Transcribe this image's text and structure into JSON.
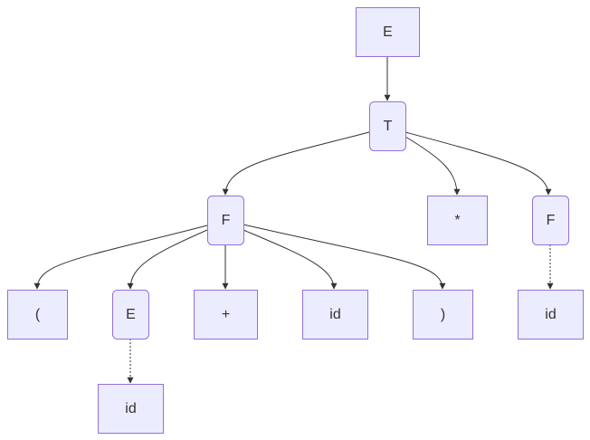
{
  "diagram": {
    "colors": {
      "node_fill": "#ECECFF",
      "node_stroke": "#9370DB",
      "edge": "#333333",
      "text": "#333333"
    },
    "nodes": [
      {
        "id": "n1",
        "label": "E",
        "shape": "square"
      },
      {
        "id": "n2",
        "label": "T",
        "shape": "rounded"
      },
      {
        "id": "n3",
        "label": "F",
        "shape": "rounded"
      },
      {
        "id": "n4",
        "label": "*",
        "shape": "square"
      },
      {
        "id": "n5",
        "label": "F",
        "shape": "rounded"
      },
      {
        "id": "n6",
        "label": "(",
        "shape": "square"
      },
      {
        "id": "n7",
        "label": "E",
        "shape": "rounded"
      },
      {
        "id": "n8",
        "label": "+",
        "shape": "square"
      },
      {
        "id": "n9",
        "label": "id",
        "shape": "square"
      },
      {
        "id": "n10",
        "label": ")",
        "shape": "square"
      },
      {
        "id": "n11",
        "label": "id",
        "shape": "square"
      },
      {
        "id": "n12",
        "label": "id",
        "shape": "square"
      }
    ],
    "edges": [
      {
        "from": "n1",
        "to": "n2",
        "style": "solid"
      },
      {
        "from": "n2",
        "to": "n3",
        "style": "solid"
      },
      {
        "from": "n2",
        "to": "n4",
        "style": "solid"
      },
      {
        "from": "n2",
        "to": "n5",
        "style": "solid"
      },
      {
        "from": "n3",
        "to": "n6",
        "style": "solid"
      },
      {
        "from": "n3",
        "to": "n7",
        "style": "solid"
      },
      {
        "from": "n3",
        "to": "n8",
        "style": "solid"
      },
      {
        "from": "n3",
        "to": "n9",
        "style": "solid"
      },
      {
        "from": "n3",
        "to": "n10",
        "style": "solid"
      },
      {
        "from": "n5",
        "to": "n11",
        "style": "dotted"
      },
      {
        "from": "n7",
        "to": "n12",
        "style": "dotted"
      }
    ]
  }
}
